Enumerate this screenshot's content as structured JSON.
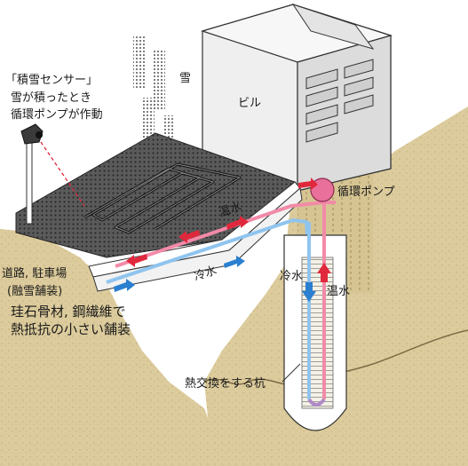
{
  "labels": {
    "snow_sensor_title": "「積雪センサー」",
    "snow_sensor_line1": "雪が積ったとき",
    "snow_sensor_line2": "循環ポンプが作動",
    "snow": "雪",
    "building": "ビル",
    "pump": "循環ポンプ",
    "warm_water_top": "温水",
    "cold_water_bottom": "冷水",
    "cold_water_pile": "冷水",
    "warm_water_pile": "温水",
    "road_line1": "道路, 駐車場",
    "road_line2": "(融雪舗装)",
    "pavement_line1": "珪石骨材, 鋼繊維で",
    "pavement_line2": "熱抵抗の小さい舗装",
    "pile": "熱交換をする杭"
  },
  "colors": {
    "warm_arrow": "#e0283c",
    "cold_arrow": "#2a7fd0",
    "warm_pipe": "#f28aa8",
    "cold_pipe": "#8fc4ee",
    "pump": "#e8709a",
    "ground": "#d9c99a",
    "pavement": "#4a4a4a",
    "building": "#ececec"
  },
  "icons": {
    "sensor": "snow-sensor-icon",
    "pump": "pump-icon"
  }
}
